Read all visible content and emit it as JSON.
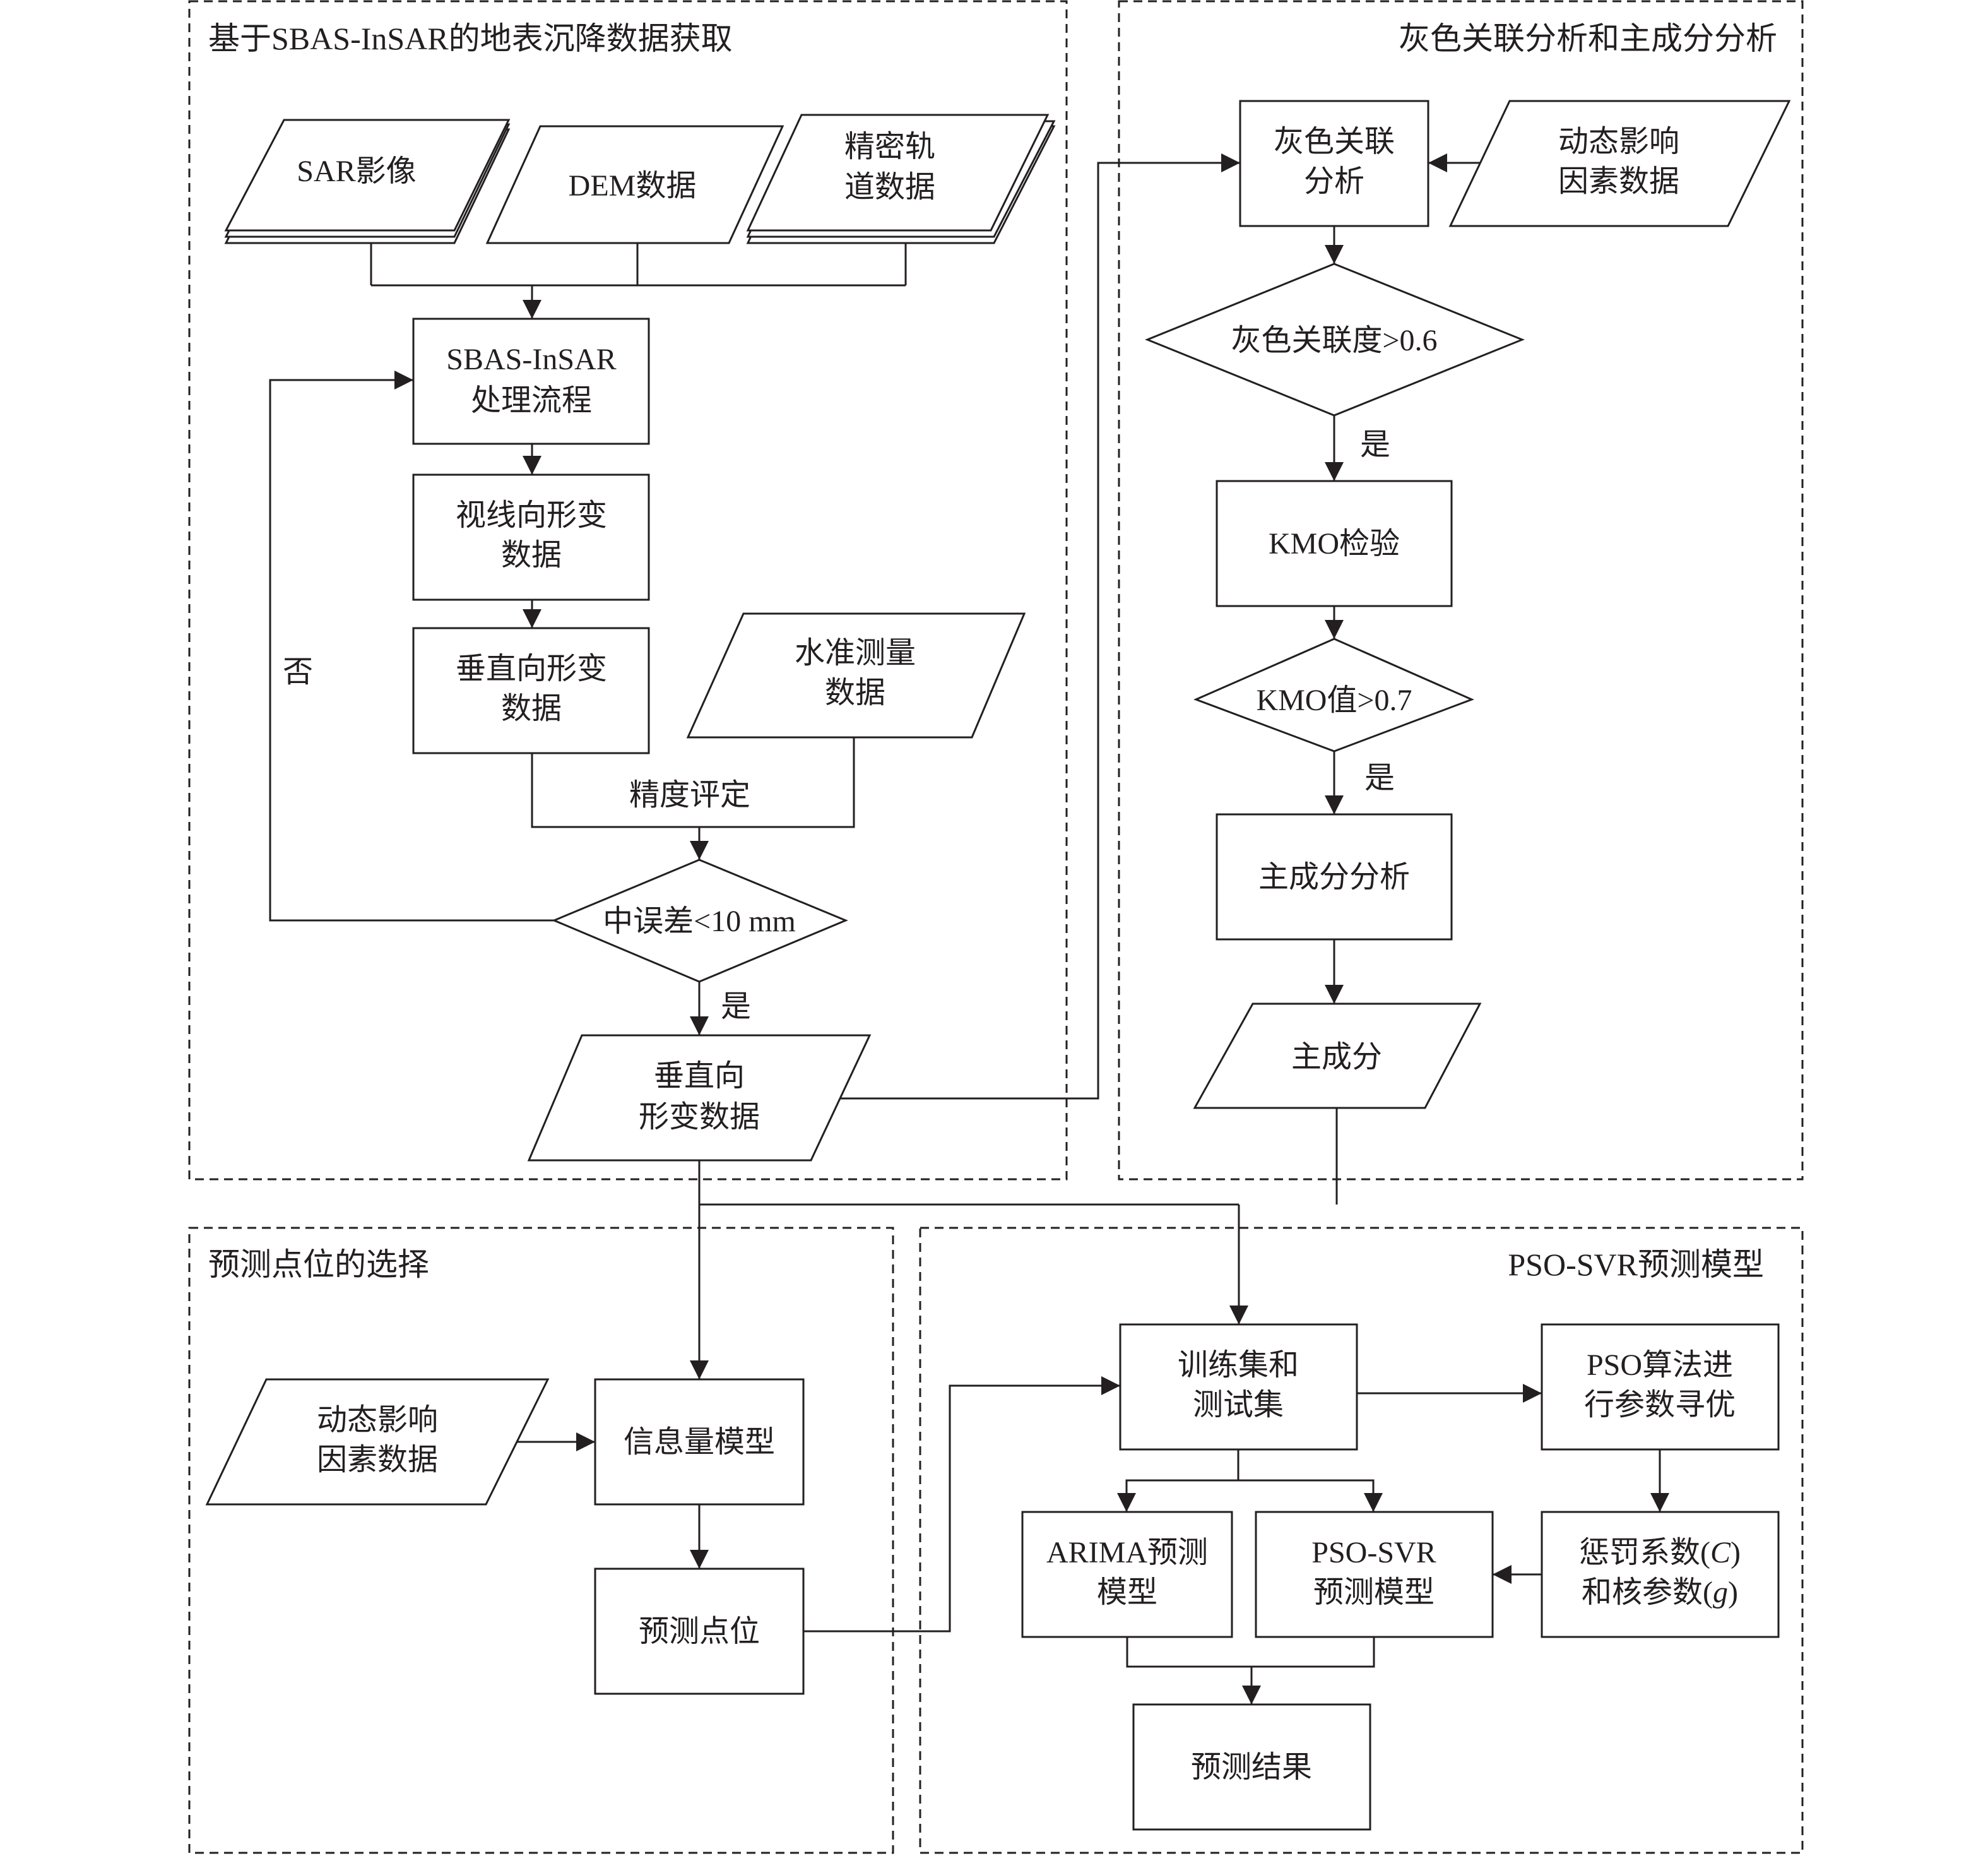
{
  "sections": {
    "sbas": "基于SBAS-InSAR的地表沉降数据获取",
    "grey_pca": "灰色关联分析和主成分分析",
    "point_select": "预测点位的选择",
    "pso_svr": "PSO-SVR预测模型"
  },
  "nodes": {
    "sar_image": "SAR影像",
    "dem_data": "DEM数据",
    "orbit_1": "精密轨",
    "orbit_2": "道数据",
    "sbas_1": "SBAS-InSAR",
    "sbas_2": "处理流程",
    "los_1": "视线向形变",
    "los_2": "数据",
    "vert_1": "垂直向形变",
    "vert_2": "数据",
    "level_1": "水准测量",
    "level_2": "数据",
    "accuracy": "精度评定",
    "rmse": "中误差<10 mm",
    "no": "否",
    "yes_rmse": "是",
    "vout_1": "垂直向",
    "vout_2": "形变数据",
    "grey_1": "灰色关联",
    "grey_2": "分析",
    "dyn_a_1": "动态影响",
    "dyn_a_2": "因素数据",
    "grey_cond": "灰色关联度>0.6",
    "yes_grey": "是",
    "kmo_test": "KMO检验",
    "kmo_cond": "KMO值>0.7",
    "yes_kmo": "是",
    "pca": "主成分分析",
    "pc": "主成分",
    "dyn_b_1": "动态影响",
    "dyn_b_2": "因素数据",
    "info_model": "信息量模型",
    "pred_points": "预测点位",
    "train_1": "训练集和",
    "train_2": "测试集",
    "pso_opt_1": "PSO算法进",
    "pso_opt_2": "行参数寻优",
    "arima_1": "ARIMA预测",
    "arima_2": "模型",
    "psosvr_1": "PSO-SVR",
    "psosvr_2": "预测模型",
    "penalty_1": "惩罚系数(",
    "penalty_c": "C",
    "penalty_1b": ")",
    "penalty_2": "和核参数(",
    "penalty_g": "g",
    "penalty_2b": ")",
    "result": "预测结果"
  }
}
